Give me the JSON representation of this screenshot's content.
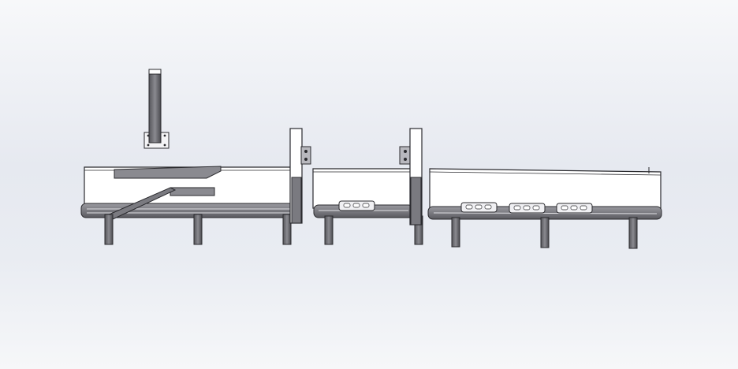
{
  "scene": {
    "background_top": "#f7f8fa",
    "background_mid": "#e4e7ee",
    "metal_dark": "#6b6b70",
    "metal_mid": "#8c8c92",
    "metal_light": "#c9c9cf",
    "panel_white": "#ffffff",
    "edge": "#2a2a2e"
  },
  "model": {
    "sections": [
      {
        "id": "section-1",
        "legs": 3,
        "has_ramp": true
      },
      {
        "id": "section-2",
        "legs": 2,
        "feeder_slots": 1
      },
      {
        "id": "section-3",
        "legs": 3,
        "feeder_slots": 3
      }
    ],
    "standalone_post": true,
    "portal_frames": 2
  }
}
